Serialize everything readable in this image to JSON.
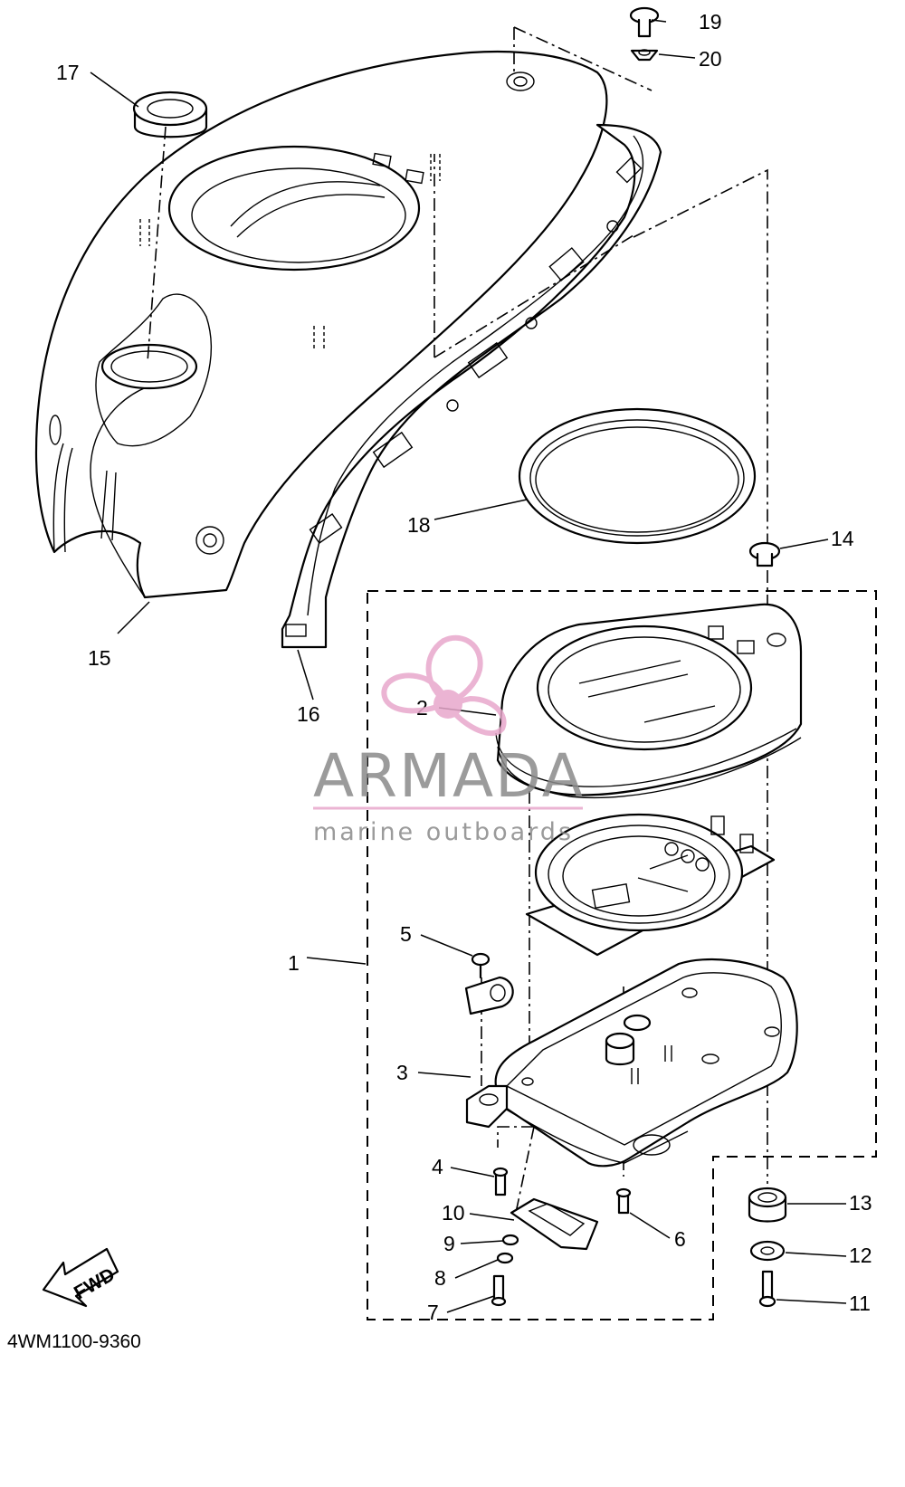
{
  "diagram": {
    "part_code": "4WM1100-9360",
    "fwd_arrow_label": "FWD",
    "callouts": [
      "1",
      "2",
      "3",
      "4",
      "5",
      "6",
      "7",
      "8",
      "9",
      "10",
      "11",
      "12",
      "13",
      "14",
      "15",
      "16",
      "17",
      "18",
      "19",
      "20"
    ]
  },
  "watermark": {
    "brand": "ARMADA",
    "tagline": "marine outboards",
    "logo_color": "#e8a8cc",
    "text_color": "#8a8a8a"
  }
}
